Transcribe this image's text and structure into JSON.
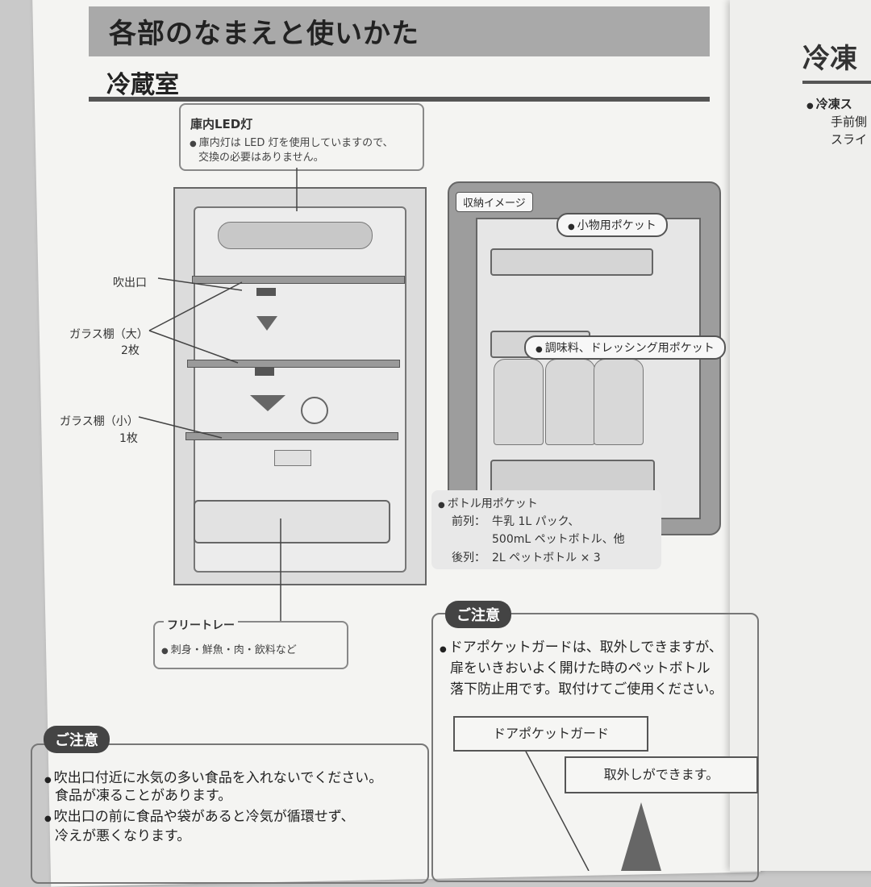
{
  "page": {
    "title": "各部のなまえと使いかた",
    "section": "冷蔵室"
  },
  "led": {
    "heading": "庫内LED灯",
    "text1": "庫内灯は LED 灯を使用していますので、",
    "text2": "交換の必要はありません。"
  },
  "labels": {
    "outlet": "吹出口",
    "shelf_large": "ガラス棚（大）",
    "shelf_large_count": "2枚",
    "shelf_small": "ガラス棚（小）",
    "shelf_small_count": "1枚"
  },
  "free_tray": {
    "heading": "フリートレー",
    "text": "刺身・鮮魚・肉・飲料など"
  },
  "storage": {
    "heading": "収納イメージ",
    "pocket_small": "小物用ポケット",
    "pocket_seasoning": "調味料、ドレッシング用ポケット",
    "bottle_heading": "ボトル用ポケット",
    "front_label": "前列：",
    "front_text1": "牛乳 1L パック、",
    "front_text2": "500mL ペットボトル、他",
    "back_label": "後列：",
    "back_text": "2L ペットボトル × 3"
  },
  "caution_left": {
    "heading": "ご注意",
    "line1": "吹出口付近に水気の多い食品を入れないでください。",
    "line2": "食品が凍ることがあります。",
    "line3": "吹出口の前に食品や袋があると冷気が循環せず、",
    "line4": "冷えが悪くなります。"
  },
  "caution_right": {
    "heading": "ご注意",
    "line1": "ドアポケットガードは、取外しできますが、",
    "line2": "扉をいきおいよく開けた時のペットボトル",
    "line3": "落下防止用です。取付けてご使用ください。",
    "guard_label": "ドアポケットガード",
    "removable_label": "取外しができます。"
  },
  "right_page": {
    "title": "冷凍",
    "bullet": "冷凍ス",
    "text1": "手前側",
    "text2": "スライ"
  }
}
